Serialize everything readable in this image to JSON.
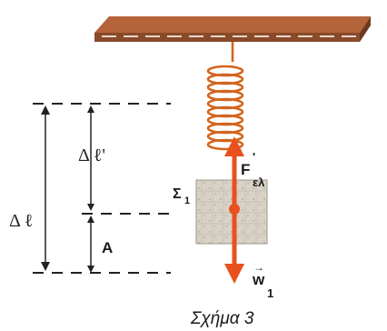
{
  "labels": {
    "delta_l": "Δ ℓ",
    "delta_l_prime": "Δ ℓ'",
    "amplitude": "A",
    "body": "Σ",
    "body_sub": "1",
    "force_f": "F",
    "force_f_sup": "'",
    "force_f_sub": "ελ",
    "weight": "w",
    "weight_sub": "1"
  },
  "caption": "Σχήμα 3",
  "colors": {
    "ceiling": "#a0522d",
    "spring": "#d2651e",
    "force_arrow": "#e8501e",
    "block": "#d8d2c6"
  }
}
